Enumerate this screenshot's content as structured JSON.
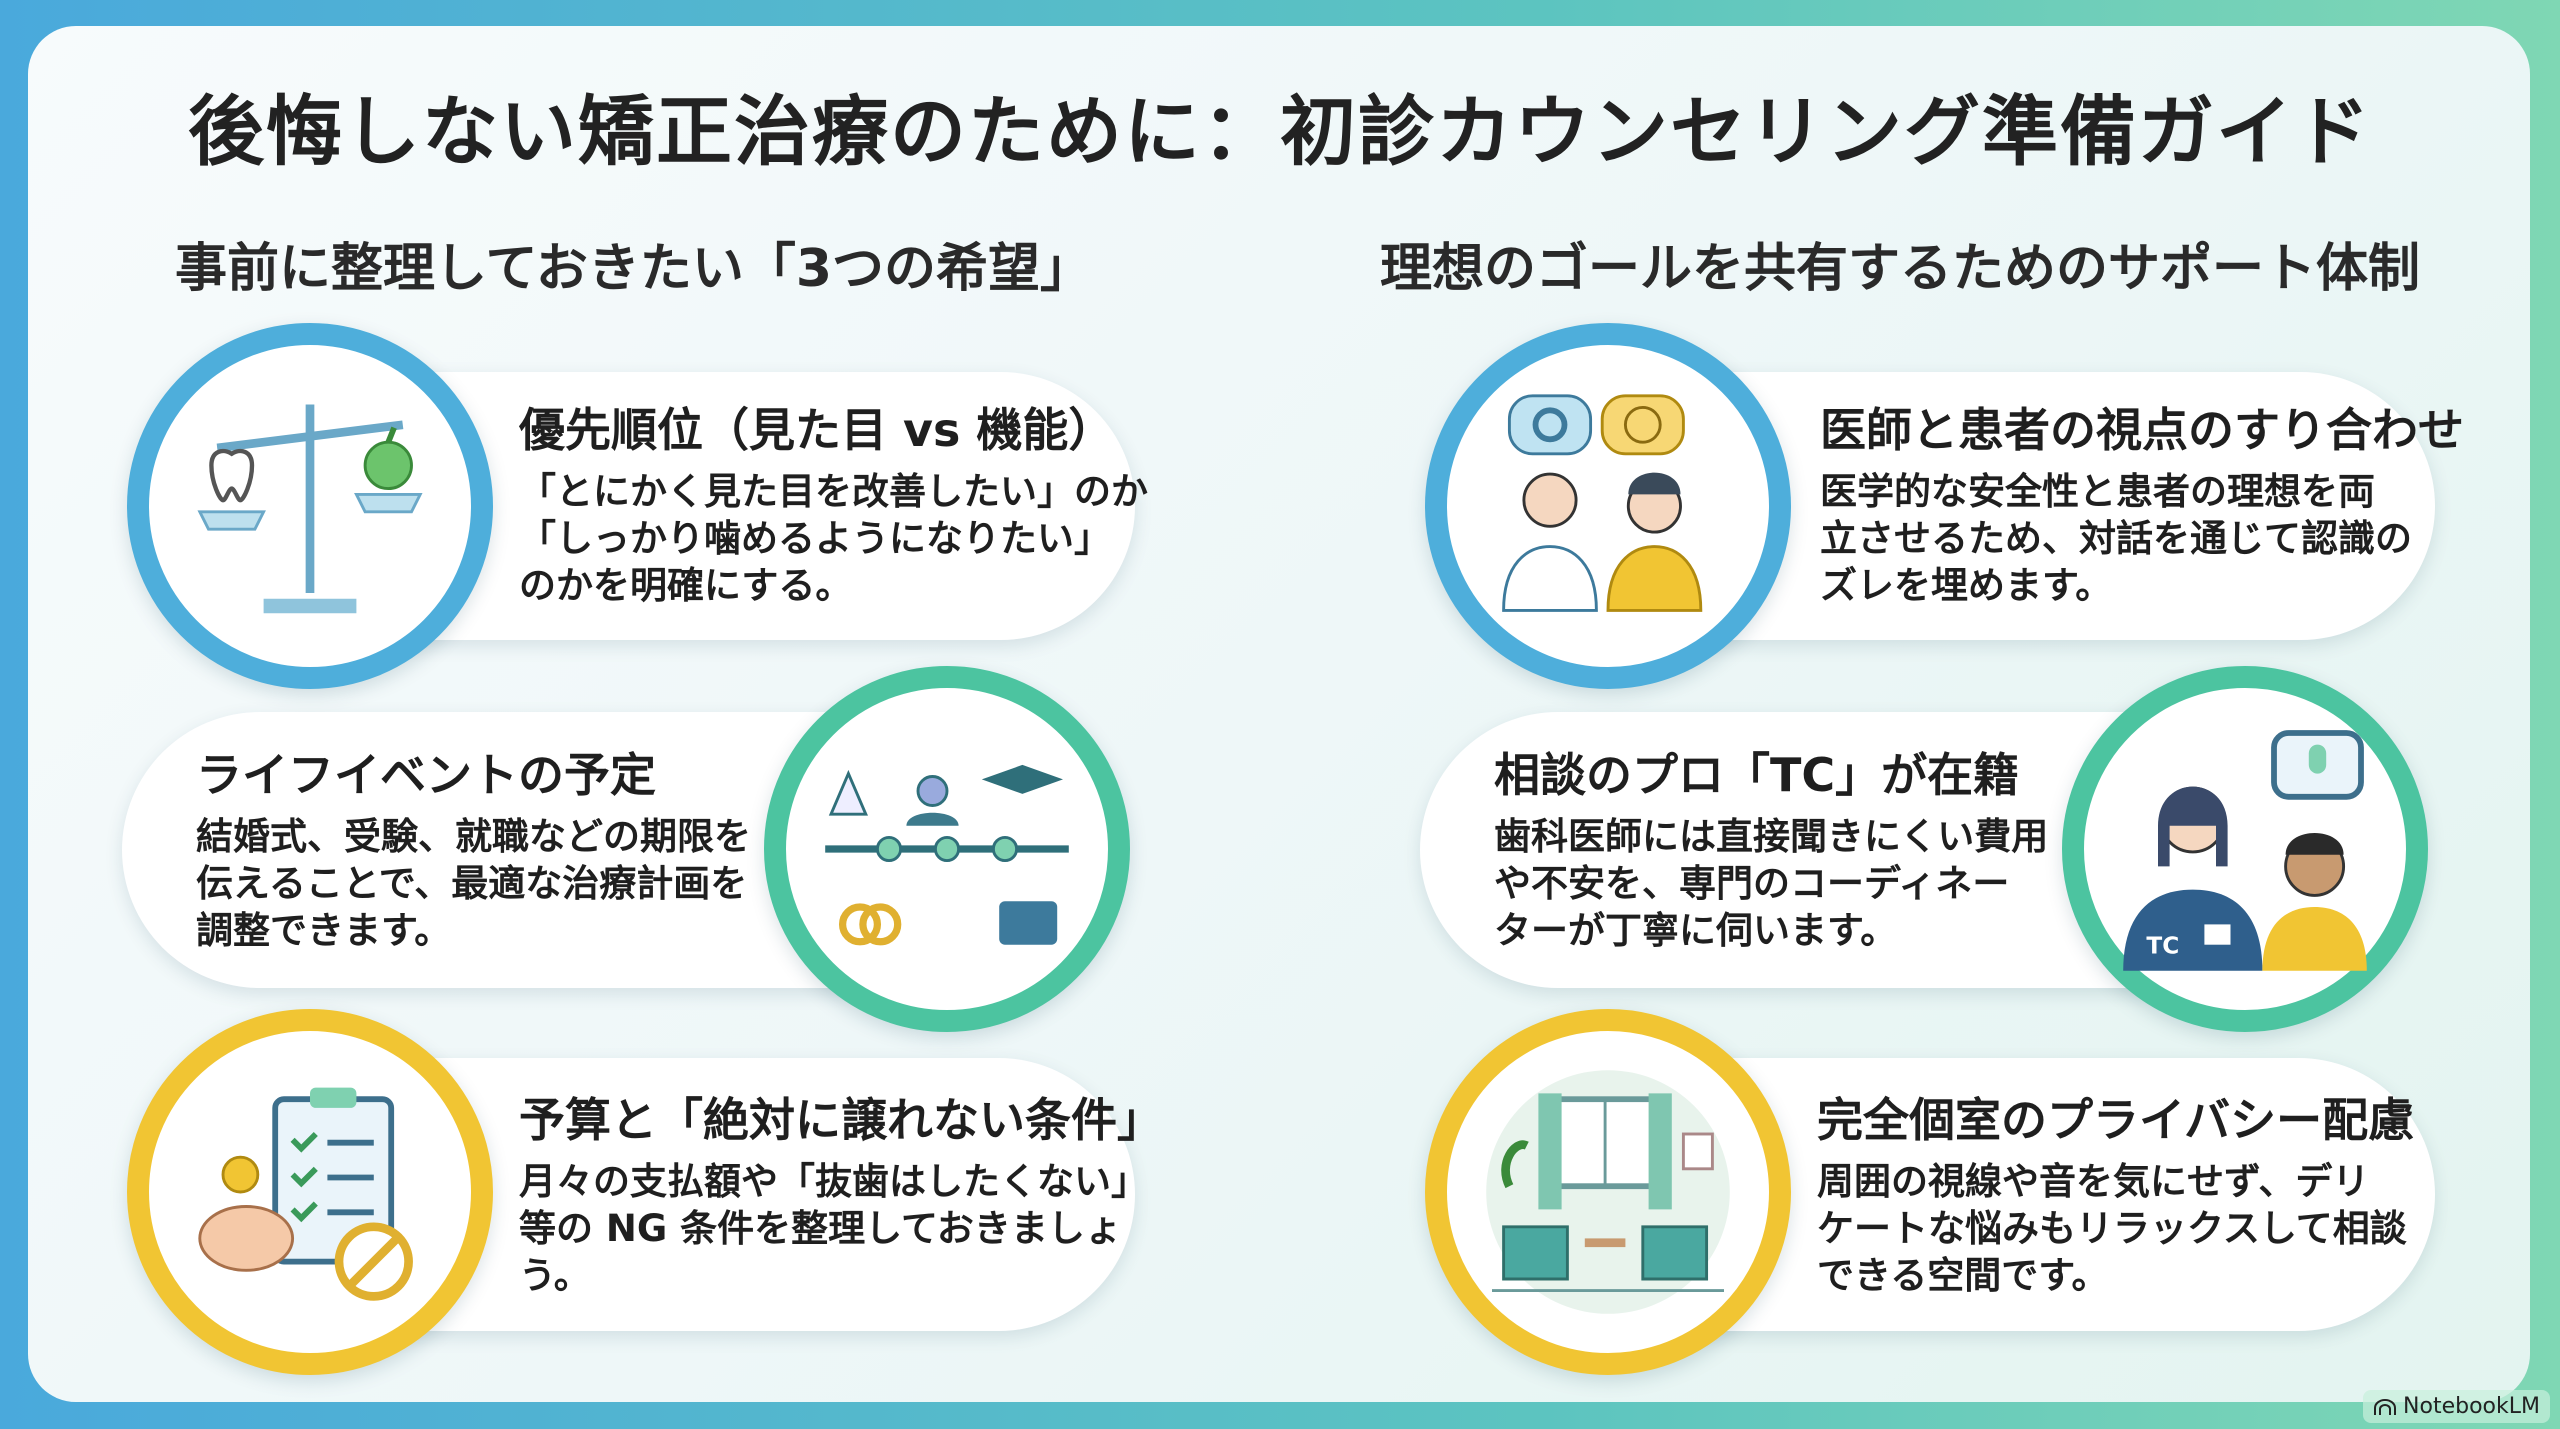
{
  "title": "後悔しない矯正治療のために：初診カウンセリング準備ガイド",
  "left": {
    "heading": "事前に整理しておきたい「3つの希望」",
    "cards": [
      {
        "title": "優先順位（見た目 vs 機能）",
        "lines": [
          "「とにかく見た目を改善したい」のか",
          "「しっかり噛めるようになりたい」",
          "のかを明確にする。"
        ],
        "icon": "balance-scale-icon"
      },
      {
        "title": "ライフイベントの予定",
        "lines": [
          "結婚式、受験、就職などの期限を",
          "伝えることで、最適な治療計画を",
          "調整できます。"
        ],
        "icon": "life-timeline-icon"
      },
      {
        "title": "予算と「絶対に譲れない条件」",
        "lines": [
          "月々の支払額や「抜歯はしたくない」",
          "等の NG 条件を整理しておきましょ",
          "う。"
        ],
        "icon": "budget-checklist-icon"
      }
    ]
  },
  "right": {
    "heading": "理想のゴールを共有するためのサポート体制",
    "cards": [
      {
        "title": "医師と患者の視点のすり合わせ",
        "lines": [
          "医学的な安全性と患者の理想を両",
          "立させるため、対話を通じて認識の",
          "ズレを埋めます。"
        ],
        "icon": "doctor-patient-icon"
      },
      {
        "title": "相談のプロ「TC」が在籍",
        "lines": [
          "歯科医師には直接聞きにくい費用",
          "や不安を、専門のコーディネー",
          "ターが丁寧に伺います。"
        ],
        "icon": "coordinator-icon",
        "badge": "TC"
      },
      {
        "title": "完全個室のプライバシー配慮",
        "lines": [
          "周囲の視線や音を気にせず、デリ",
          "ケートな悩みもリラックスして相談",
          "できる空間です。"
        ],
        "icon": "private-room-icon"
      }
    ]
  },
  "footer": {
    "brand": "NotebookLM"
  },
  "colors": {
    "blue": "#4eaedb",
    "green": "#4cc4a0",
    "yellow": "#f1c533"
  }
}
